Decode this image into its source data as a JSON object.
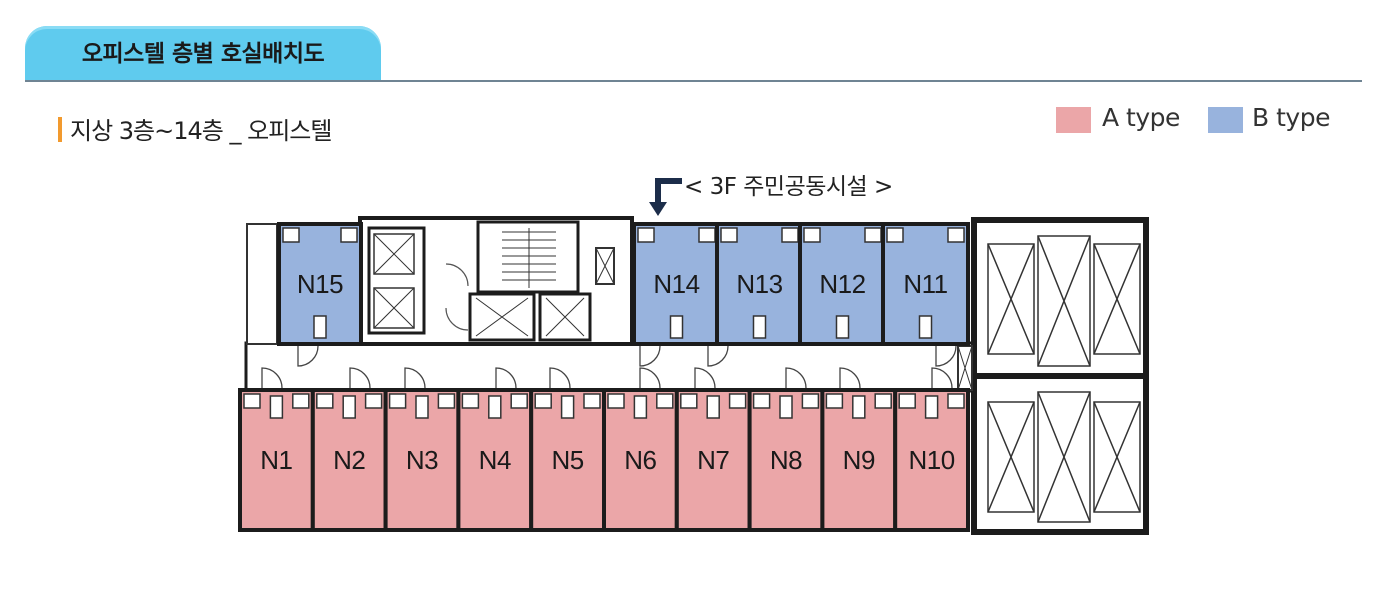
{
  "header": {
    "tab_title": "오피스텔 층별 호실배치도"
  },
  "section": {
    "subtitle": "지상 3층~14층 _ 오피스텔"
  },
  "legend": [
    {
      "label": "A type",
      "color": "#eba6a8"
    },
    {
      "label": "B type",
      "color": "#98b3dd"
    }
  ],
  "annotation": {
    "text": "< 3F 주민공동시설 >"
  },
  "colors": {
    "tab": "#5fcbee",
    "rule": "#6f8493",
    "accent_bar": "#f29a2e",
    "a_type": "#eba6a8",
    "b_type": "#98b3dd",
    "wall": "#1c1c1c"
  },
  "units": {
    "b_type": [
      "N15",
      "N14",
      "N13",
      "N12",
      "N11"
    ],
    "a_type": [
      "N1",
      "N2",
      "N3",
      "N4",
      "N5",
      "N6",
      "N7",
      "N8",
      "N9",
      "N10"
    ]
  },
  "icons": [
    "arrow-down-icon"
  ]
}
